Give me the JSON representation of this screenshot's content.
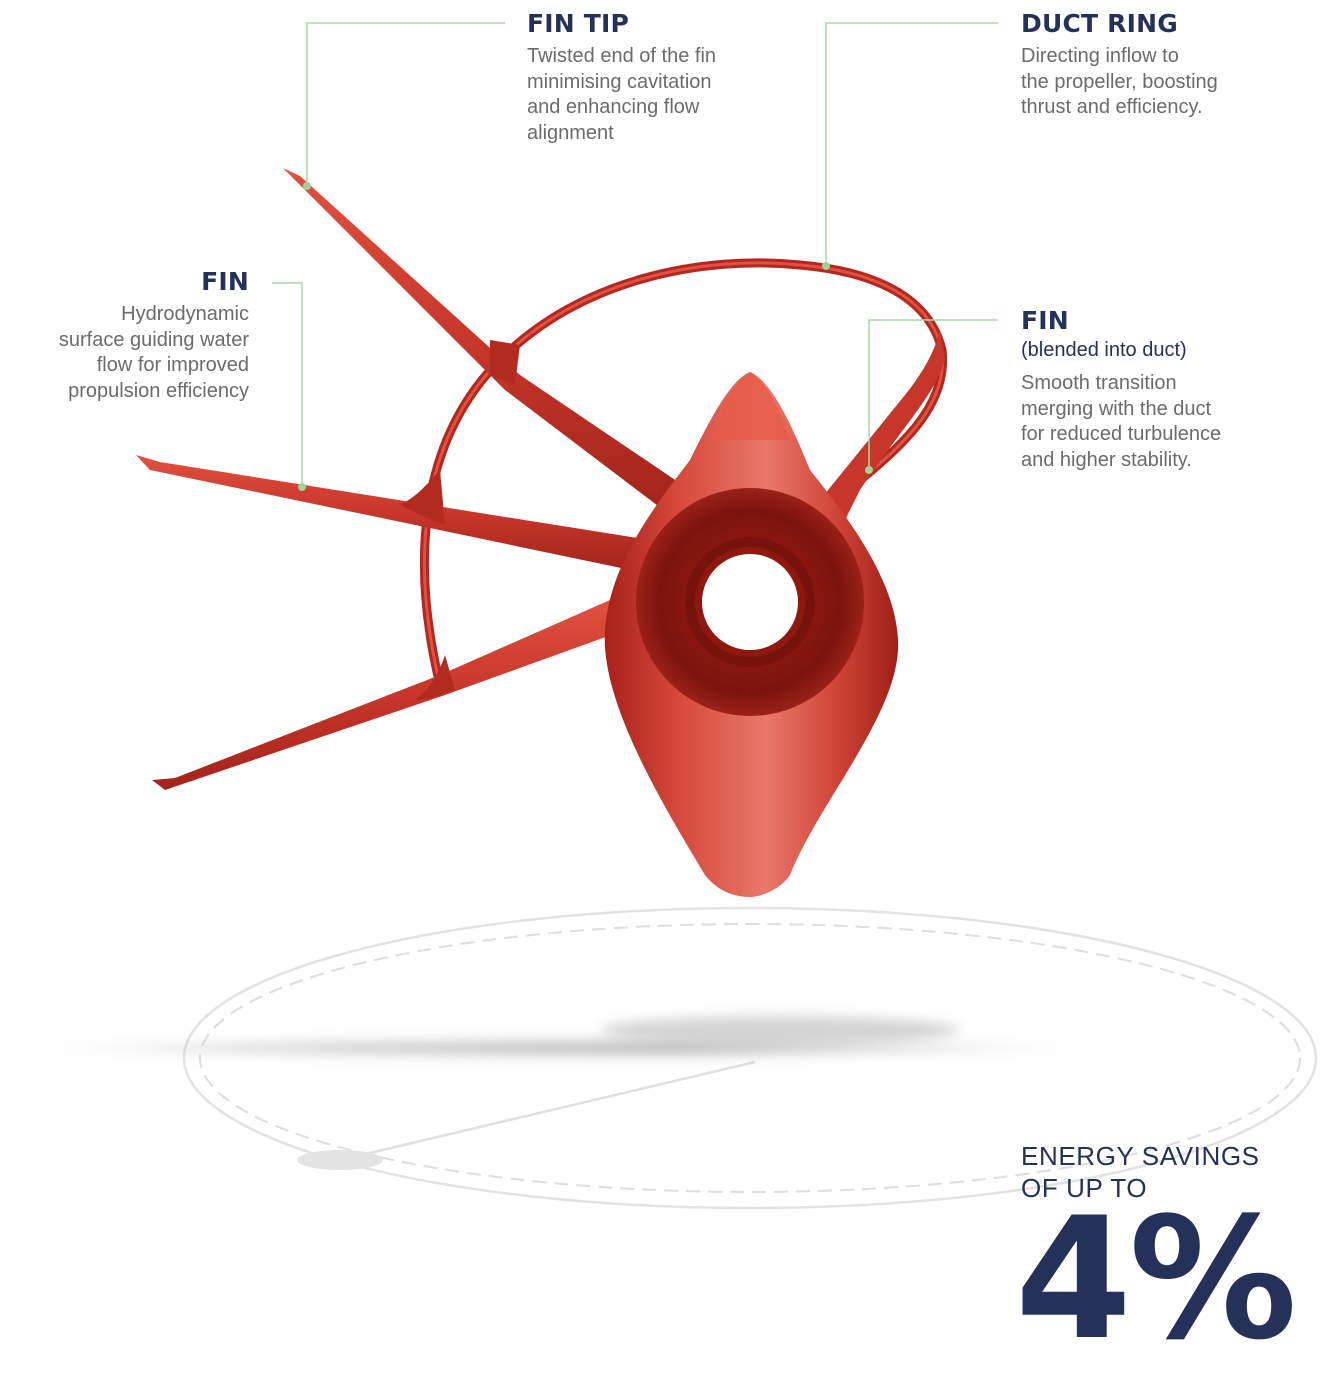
{
  "labels": {
    "fin_tip": {
      "title": "FIN TIP",
      "desc": "Twisted end of the fin\nminimising cavitation\nand enhancing flow\nalignment"
    },
    "duct_ring": {
      "title": "DUCT RING",
      "desc": "Directing inflow to\nthe propeller, boosting\nthrust and efficiency."
    },
    "fin_left": {
      "title": "FIN",
      "desc": "Hydrodynamic\nsurface guiding water\nflow for improved\npropulsion efficiency"
    },
    "fin_blended": {
      "title": "FIN",
      "subtitle": "(blended into duct)",
      "desc": "Smooth transition\nmerging with the duct\nfor reduced turbulence\nand higher stability."
    }
  },
  "savings": {
    "caption": "ENERGY SAVINGS\nOF UP TO",
    "value": "4%"
  },
  "colors": {
    "navy": "#263159",
    "body_text": "#6b6b6b",
    "leader_line": "#a9d9a3",
    "device_red": "#c93a2e"
  },
  "icons": {
    "device": "propeller-duct-device-illustration"
  }
}
